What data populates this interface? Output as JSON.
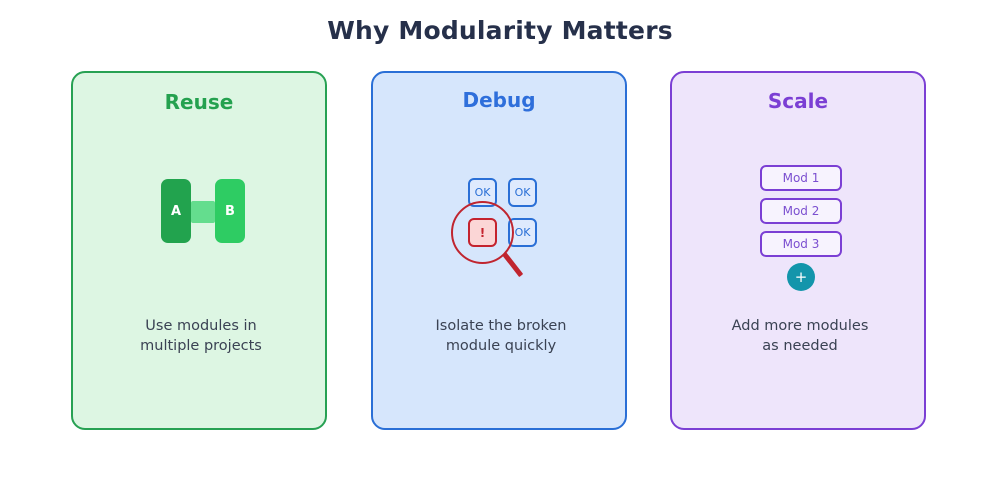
{
  "page": {
    "title": "Why Modularity Matters",
    "title_color": "#26304a",
    "background": "#ffffff"
  },
  "cards": [
    {
      "id": "reuse",
      "title": "Reuse",
      "accent_color": "#24a14f",
      "background": "#ddf6e3",
      "border_color": "#27a153",
      "caption_line1": "Use modules in",
      "caption_line2": "multiple projects",
      "art": {
        "type": "connected-blocks",
        "block_a_label": "A",
        "block_a_color": "#22a34e",
        "block_b_label": "B",
        "block_b_color": "#2ecc63",
        "connector_color": "#64dd8e"
      }
    },
    {
      "id": "debug",
      "title": "Debug",
      "accent_color": "#2f6fdb",
      "background": "#d6e6fc",
      "border_color": "#2a6fd6",
      "caption_line1": "Isolate the broken",
      "caption_line2": "module quickly",
      "art": {
        "type": "module-grid-with-magnifier",
        "ok_labels": [
          "OK",
          "OK",
          "OK"
        ],
        "ok_color": "#2a6fd6",
        "broken_label": "!",
        "broken_color": "#c4232e",
        "broken_fill": "#fbd6d6",
        "magnifier_color": "#c0252f"
      }
    },
    {
      "id": "scale",
      "title": "Scale",
      "accent_color": "#7b3fd4",
      "background": "#eee5fb",
      "border_color": "#7b3fd4",
      "caption_line1": "Add more modules",
      "caption_line2": "as needed",
      "art": {
        "type": "module-stack-with-add",
        "modules": [
          "Mod 1",
          "Mod 2",
          "Mod 3"
        ],
        "module_color": "#7b3fd4",
        "add_label": "+",
        "add_color": "#1395ab"
      }
    }
  ]
}
